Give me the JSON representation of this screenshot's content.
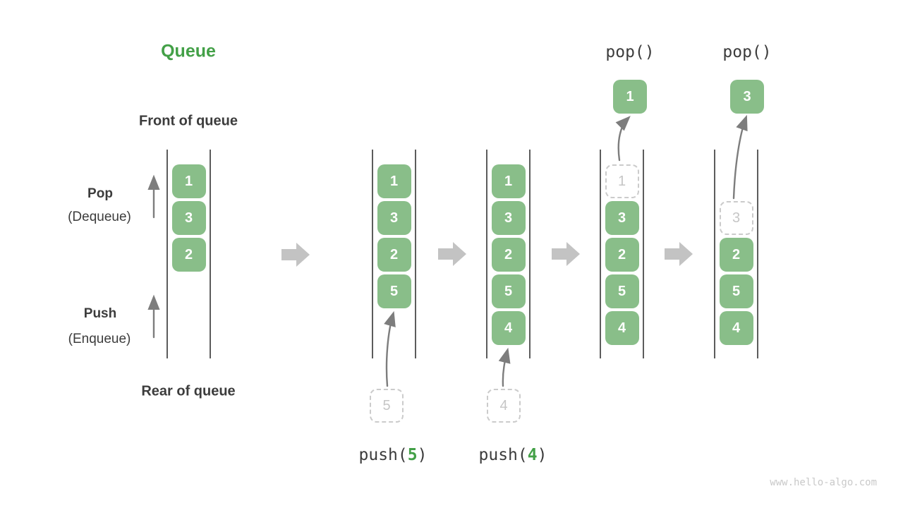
{
  "title": "Queue",
  "side_labels": {
    "front_of_queue": "Front of queue",
    "rear_of_queue": "Rear of queue",
    "pop": "Pop",
    "pop_alias": "(Dequeue)",
    "push": "Push",
    "push_alias": "(Enqueue)"
  },
  "watermark": "www.hello-algo.com",
  "colors": {
    "cell_green": "#89BE89",
    "title_green": "#43A047",
    "code_green": "#43A047",
    "text_dark": "#3C3C3C",
    "rail": "#5C5C5C",
    "arrow": "#7D7D7D",
    "block_arrow": "#C3C3C3",
    "dashed_border": "#CBCBCB",
    "dashed_text": "#C6C6C6",
    "watermark": "#C9C9C9"
  },
  "states": [
    {
      "id": "initial",
      "cells": [
        {
          "slot": 0,
          "value": "1",
          "style": "solid"
        },
        {
          "slot": 1,
          "value": "3",
          "style": "solid"
        },
        {
          "slot": 2,
          "value": "2",
          "style": "solid"
        }
      ]
    },
    {
      "id": "after-push-5",
      "cells": [
        {
          "slot": 0,
          "value": "1",
          "style": "solid"
        },
        {
          "slot": 1,
          "value": "3",
          "style": "solid"
        },
        {
          "slot": 2,
          "value": "2",
          "style": "solid"
        },
        {
          "slot": 3,
          "value": "5",
          "style": "solid"
        }
      ],
      "incoming": {
        "value": "5"
      },
      "operation": {
        "prefix": "push(",
        "arg": "5",
        "suffix": ")"
      }
    },
    {
      "id": "after-push-4",
      "cells": [
        {
          "slot": 0,
          "value": "1",
          "style": "solid"
        },
        {
          "slot": 1,
          "value": "3",
          "style": "solid"
        },
        {
          "slot": 2,
          "value": "2",
          "style": "solid"
        },
        {
          "slot": 3,
          "value": "5",
          "style": "solid"
        },
        {
          "slot": 4,
          "value": "4",
          "style": "solid"
        }
      ],
      "incoming": {
        "value": "4"
      },
      "operation": {
        "prefix": "push(",
        "arg": "4",
        "suffix": ")"
      }
    },
    {
      "id": "after-pop-1",
      "cells": [
        {
          "slot": 0,
          "value": "1",
          "style": "dashed"
        },
        {
          "slot": 1,
          "value": "3",
          "style": "solid"
        },
        {
          "slot": 2,
          "value": "2",
          "style": "solid"
        },
        {
          "slot": 3,
          "value": "5",
          "style": "solid"
        },
        {
          "slot": 4,
          "value": "4",
          "style": "solid"
        }
      ],
      "popped": {
        "value": "1"
      },
      "operation": {
        "text": "pop()"
      }
    },
    {
      "id": "after-pop-3",
      "cells": [
        {
          "slot": 1,
          "value": "3",
          "style": "dashed"
        },
        {
          "slot": 2,
          "value": "2",
          "style": "solid"
        },
        {
          "slot": 3,
          "value": "5",
          "style": "solid"
        },
        {
          "slot": 4,
          "value": "4",
          "style": "solid"
        }
      ],
      "popped": {
        "value": "3"
      },
      "operation": {
        "text": "pop()"
      }
    }
  ]
}
